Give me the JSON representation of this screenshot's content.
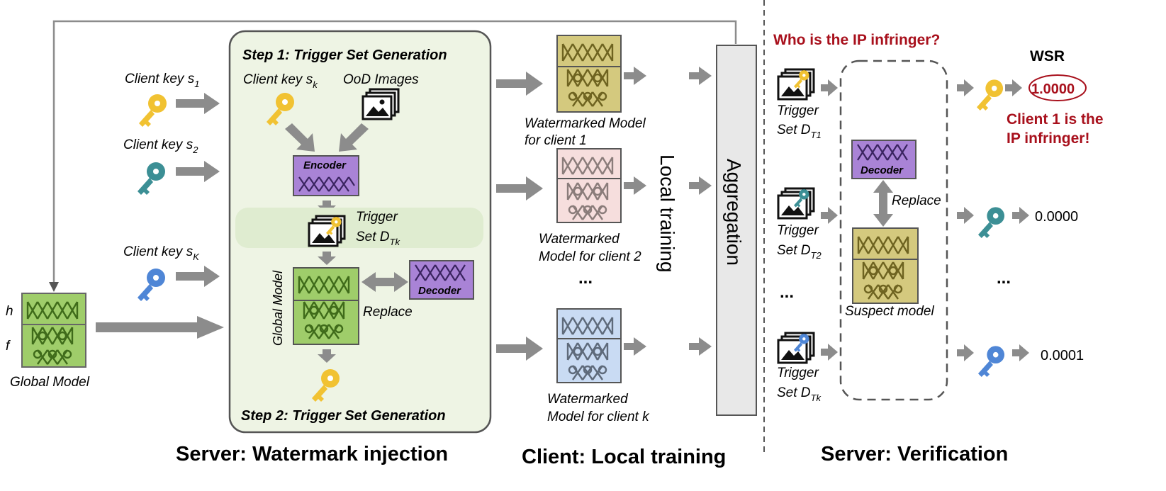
{
  "colors": {
    "arrow": "#8c8c8c",
    "green_model": "#9fcd6a",
    "yellow_model": "#d4c97e",
    "pink_model": "#f6dedd",
    "blue_model": "#c9dbf3",
    "purple_block": "#a983d6",
    "dark_red": "#a8101c",
    "step_panel": "#eef4e4",
    "trigger_band": "#dfecd0",
    "key_yellow": "#f1c232",
    "key_teal": "#3c8f95",
    "key_blue": "#4f86d6"
  },
  "server_left": {
    "client_key_1_prefix": "Client key s",
    "client_key_1_sub": "1",
    "client_key_2_prefix": "Client key s",
    "client_key_2_sub": "2",
    "client_key_K_prefix": "Client key s",
    "client_key_K_sub": "K",
    "h_label": "h",
    "f_label": "f",
    "global_model_label": "Global Model"
  },
  "watermark_panel": {
    "step1_title": "Step 1: Trigger Set Generation",
    "client_key_prefix": "Client key s",
    "client_key_sub": "k",
    "ood_images": "OoD Images",
    "encoder": "Encoder",
    "trigger_line1": "Trigger",
    "trigger_line2_prefix": "Set D",
    "trigger_line2_sub": "Tk",
    "global_model_vertical": "Global Model",
    "decoder": "Decoder",
    "replace": "Replace",
    "step2_title": "Step 2: Trigger Set Generation"
  },
  "clients": {
    "model1_line1": "Watermarked Model",
    "model1_line2": "for client 1",
    "model2_line1": "Watermarked",
    "model2_line2": "Model for client 2",
    "ellipsis": "...",
    "modelk_line1": "Watermarked",
    "modelk_line2": "Model for client k",
    "local_training": "Local training",
    "aggregation": "Aggregation"
  },
  "verification": {
    "question": "Who is the IP infringer?",
    "wsr_header": "WSR",
    "trigger_label": "Trigger",
    "set_prefix": "Set D",
    "sub_t1": "T1",
    "sub_t2": "T2",
    "sub_tk": "Tk",
    "ellipsis_left": "...",
    "ellipsis_right": "...",
    "decoder": "Decoder",
    "replace": "Replace",
    "suspect_model": "Suspect model",
    "wsr_1": "1.0000",
    "wsr_2": "0.0000",
    "wsr_k": "0.0001",
    "conclusion_line1": "Client 1 is the",
    "conclusion_line2": "IP infringer!"
  },
  "section_titles": {
    "server_watermark": "Server: Watermark injection",
    "client_local": "Client: Local training",
    "server_verification": "Server: Verification"
  }
}
